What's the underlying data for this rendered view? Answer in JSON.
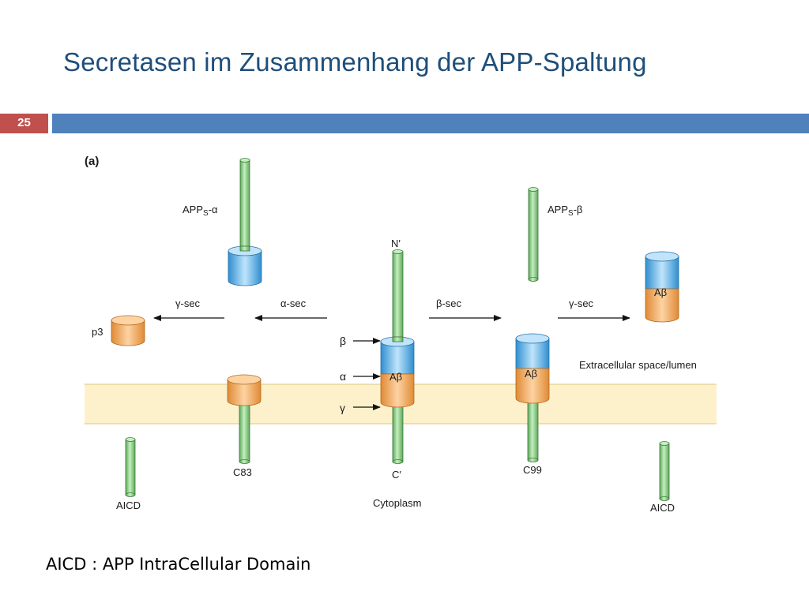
{
  "slide": {
    "title": "Secretasen im Zusammenhang der APP-Spaltung",
    "number": "25",
    "footnote": "AICD : APP IntraCellular Domain"
  },
  "diagram": {
    "panel_label": "(a)",
    "labels": {
      "apps_alpha_main": "APP",
      "apps_alpha_sub": "S",
      "apps_alpha_suffix": "-α",
      "apps_beta_main": "APP",
      "apps_beta_sub": "S",
      "apps_beta_suffix": "-β",
      "n_terminus": "N′",
      "c_terminus": "C′",
      "alpha_sec": "α-sec",
      "beta_sec": "β-sec",
      "gamma_sec_left": "γ-sec",
      "gamma_sec_right": "γ-sec",
      "p3": "p3",
      "c83": "C83",
      "c99": "C99",
      "aicd_left": "AICD",
      "aicd_right": "AICD",
      "cytoplasm": "Cytoplasm",
      "extracellular": "Extracellular space/lumen",
      "beta_site": "β",
      "alpha_site": "α",
      "gamma_site": "γ",
      "abeta_center": "Aβ",
      "abeta_c99": "Aβ",
      "abeta_top": "Aβ"
    },
    "colors": {
      "green_rod": "#7fc97a",
      "blue_segment": "#4aa3df",
      "orange_segment": "#f0a860",
      "membrane": "#fdf1cc",
      "membrane_line": "#e2cf8f"
    }
  }
}
